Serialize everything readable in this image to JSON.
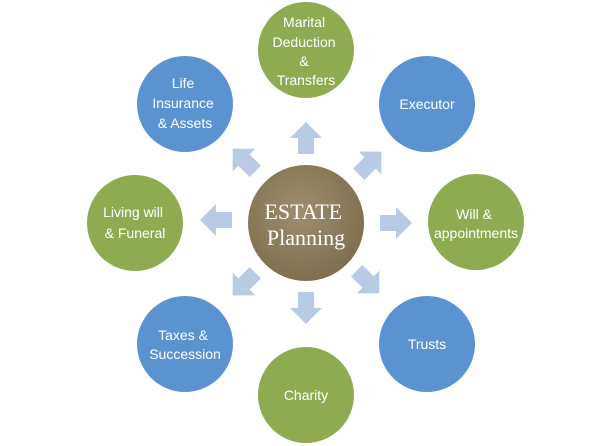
{
  "colors": {
    "blue": "#5b93d0",
    "green": "#8eab52",
    "center": "#8e7f5e",
    "arrow": "#b9cbe4",
    "text": "#ffffff"
  },
  "center": {
    "lines": [
      "ESTATE",
      "Planning"
    ]
  },
  "nodes": [
    {
      "id": "marital-deduction",
      "color": "green",
      "lines": [
        "Marital",
        "Deduction",
        "&",
        "Transfers"
      ]
    },
    {
      "id": "executor",
      "color": "blue",
      "lines": [
        "Executor"
      ]
    },
    {
      "id": "will-appointments",
      "color": "green",
      "lines": [
        "Will &",
        "appointments"
      ]
    },
    {
      "id": "trusts",
      "color": "blue",
      "lines": [
        "Trusts"
      ]
    },
    {
      "id": "charity",
      "color": "green",
      "lines": [
        "Charity"
      ]
    },
    {
      "id": "taxes-succession",
      "color": "blue",
      "lines": [
        "Taxes &",
        "Succession"
      ]
    },
    {
      "id": "living-will-funeral",
      "color": "green",
      "lines": [
        "Living will",
        "& Funeral"
      ]
    },
    {
      "id": "life-insurance-assets",
      "color": "blue",
      "lines": [
        "Life",
        "Insurance",
        "&  Assets"
      ]
    }
  ]
}
